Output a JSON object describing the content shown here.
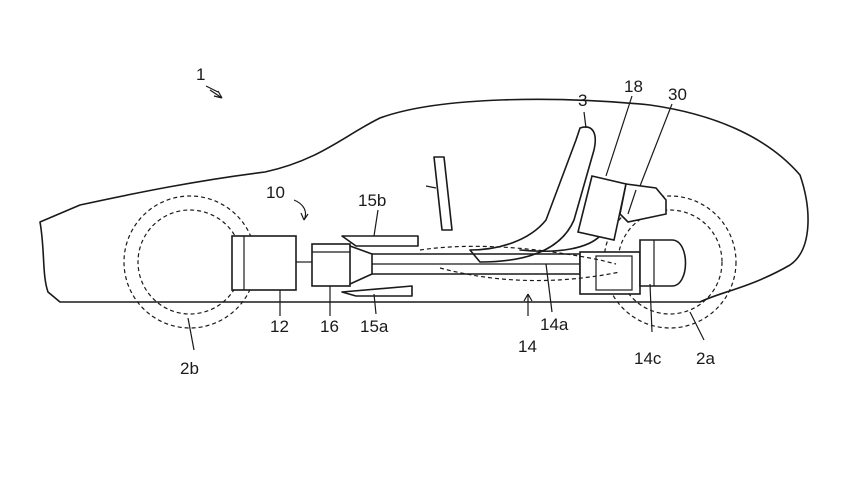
{
  "labels": {
    "vehicle": "1",
    "drive_unit": "10",
    "seat": "3",
    "ref_18": "18",
    "ref_30": "30",
    "ref_15b": "15b",
    "ref_15a": "15a",
    "ref_12": "12",
    "ref_16": "16",
    "ref_14": "14",
    "ref_14a": "14a",
    "ref_14c": "14c",
    "rear_wheel": "2a",
    "front_wheel": "2b"
  }
}
